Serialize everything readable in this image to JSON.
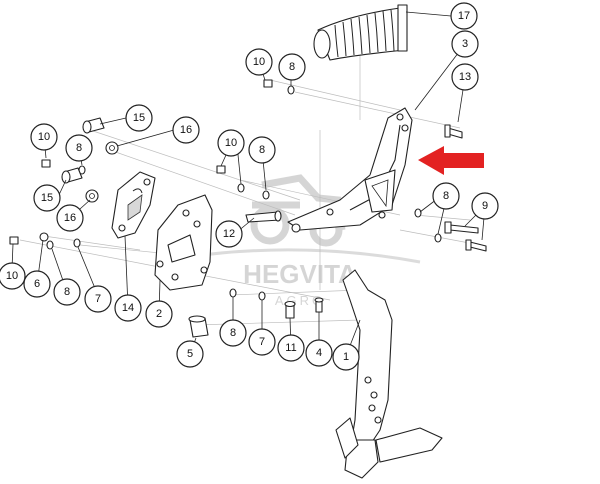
{
  "watermark": {
    "brand": "HEGVITA",
    "sub": "AGRO"
  },
  "callouts": {
    "c17": "17",
    "c3": "3",
    "c13": "13",
    "c10a": "10",
    "c8a": "8",
    "c15a": "15",
    "c16a": "16",
    "c10b": "10",
    "c8b": "8",
    "c10c": "10",
    "c8c": "8",
    "c15b": "15",
    "c16b": "16",
    "c8d": "8",
    "c9": "9",
    "c12": "12",
    "c10d": "10",
    "c6": "6",
    "c8e": "8",
    "c7a": "7",
    "c14": "14",
    "c2": "2",
    "c5": "5",
    "c8f": "8",
    "c7b": "7",
    "c11": "11",
    "c4": "4",
    "c1": "1"
  },
  "colors": {
    "arrow": "#e32222",
    "line": "#222222",
    "watermark": "#8a8a8a"
  }
}
